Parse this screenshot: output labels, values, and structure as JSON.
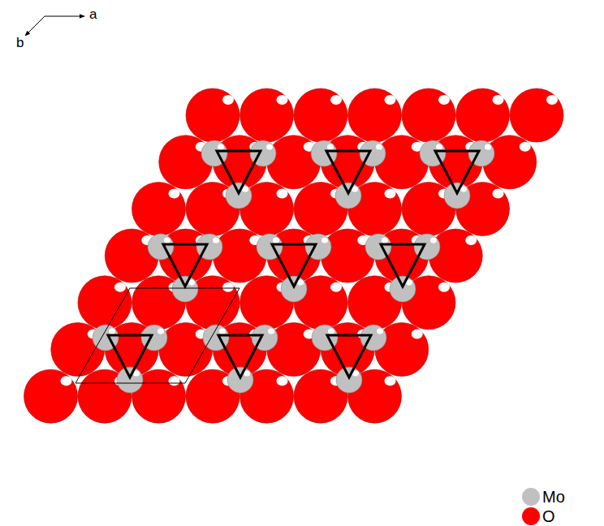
{
  "diagram": {
    "labels": [
      "a",
      "b"
    ],
    "legend": [
      {
        "text": "Mo",
        "color": "#c0c0c0"
      },
      {
        "text": "O",
        "color": "#ff0000"
      }
    ]
  }
}
